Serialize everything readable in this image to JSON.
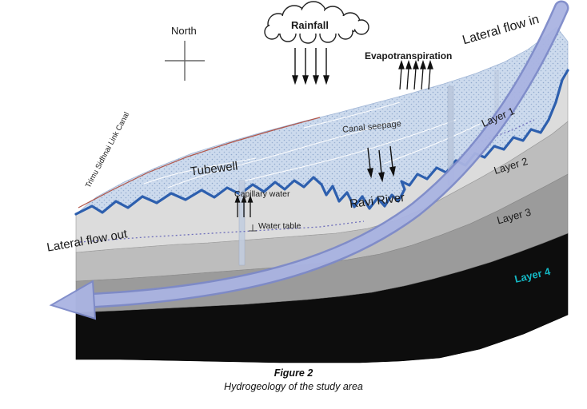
{
  "caption": {
    "figure_number": "Figure 2",
    "figure_title": "Hydrogeology of the study area"
  },
  "labels": {
    "north": "North",
    "rainfall": "Rainfall",
    "evapotranspiration": "Evapotranspiration",
    "lateral_flow_in": "Lateral flow in",
    "lateral_flow_out": "Lateral flow out",
    "tubewell": "Tubewell",
    "canal_seepage": "Canal seepage",
    "ravi_river": "Ravi River",
    "capillary_water": "Capillary water",
    "water_table": "Water table",
    "link_canal": "Trimu Sidhnai Link Canal",
    "layer1": "Layer 1",
    "layer2": "Layer 2",
    "layer3": "Layer 3",
    "layer4": "Layer 4"
  },
  "colors": {
    "surface_blue": "#ccdaed",
    "surface_dots": "#8fa8cc",
    "river_blue": "#2d5fae",
    "flow_arrow_fill": "#aab4e2",
    "flow_arrow_edge": "#7d8ac9",
    "layer1_gray": "#dcdcdc",
    "layer2_gray": "#bdbdbd",
    "layer3_gray": "#9b9b9b",
    "layer4_black": "#0d0d0d",
    "layer4_label_teal": "#14b9c5",
    "water_table_dotted": "#7070bb",
    "canal_line_red": "#b25548"
  }
}
